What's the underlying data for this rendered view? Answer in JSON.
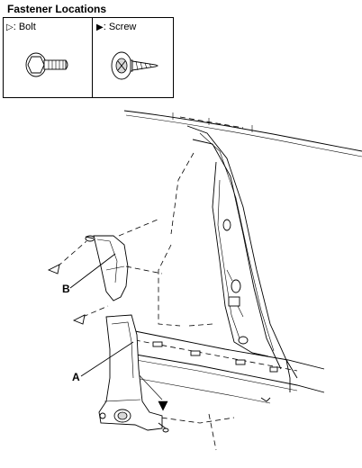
{
  "header": {
    "title": "Fastener Locations"
  },
  "legend": {
    "bolt": {
      "symbol": "▷",
      "label": ": Bolt",
      "icon": "bolt-icon"
    },
    "screw": {
      "symbol": "▶",
      "label": ": Screw",
      "icon": "screw-icon"
    }
  },
  "callouts": {
    "a": "A",
    "b": "B"
  }
}
